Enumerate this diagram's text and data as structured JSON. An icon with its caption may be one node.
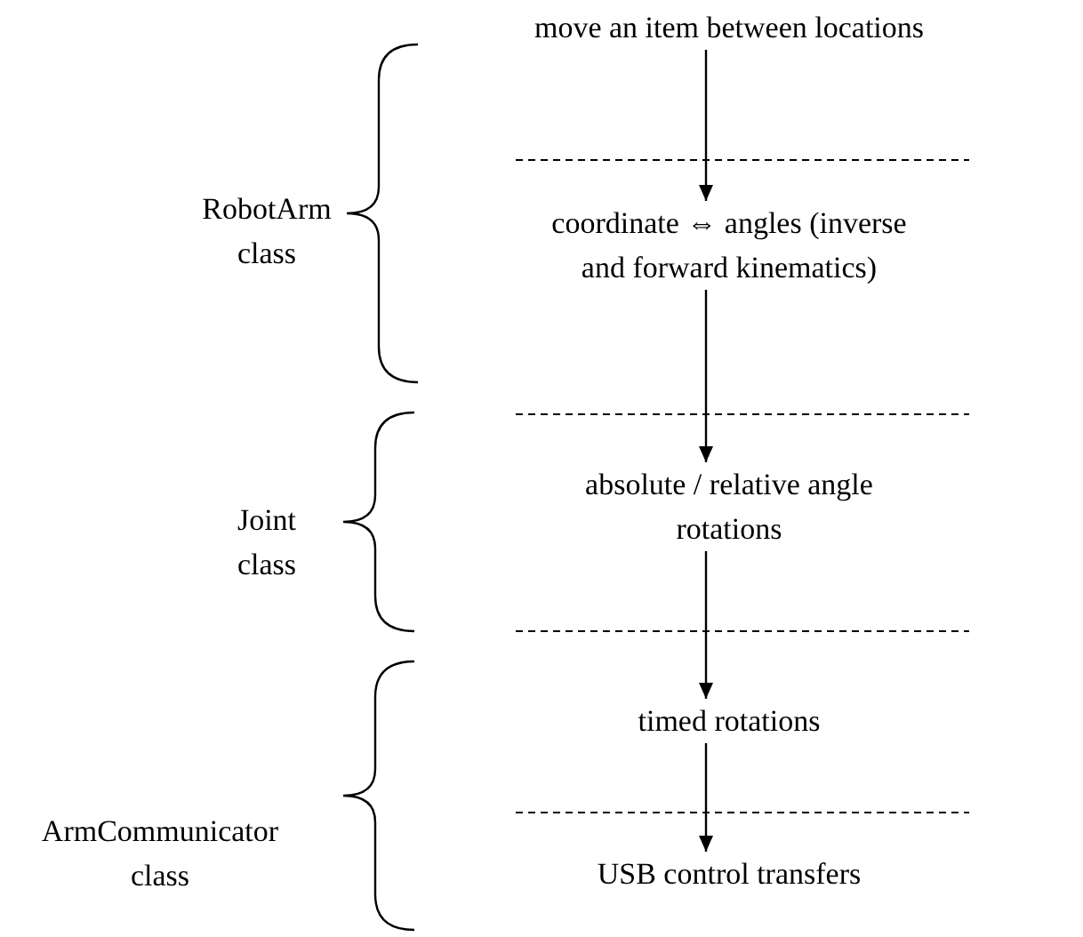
{
  "diagram": {
    "nodes": [
      {
        "text": [
          "move an item between locations"
        ]
      },
      {
        "text": [
          "coordinate ⇔ angles (inverse and forward kinematics)"
        ]
      },
      {
        "text": [
          "absolute / relative angle rotations"
        ]
      },
      {
        "text": [
          "timed rotations"
        ]
      },
      {
        "text": [
          "USB control transfers"
        ]
      }
    ],
    "edges": [
      {
        "from": 0,
        "to": 1,
        "arrow": "to"
      },
      {
        "from": 1,
        "to": 2,
        "arrow": "to"
      },
      {
        "from": 2,
        "to": 3,
        "arrow": "to"
      },
      {
        "from": 3,
        "to": 4,
        "arrow": "to"
      }
    ],
    "labels": [
      "RobotArm class",
      "Joint class",
      "ArmCommunicator class"
    ]
  }
}
